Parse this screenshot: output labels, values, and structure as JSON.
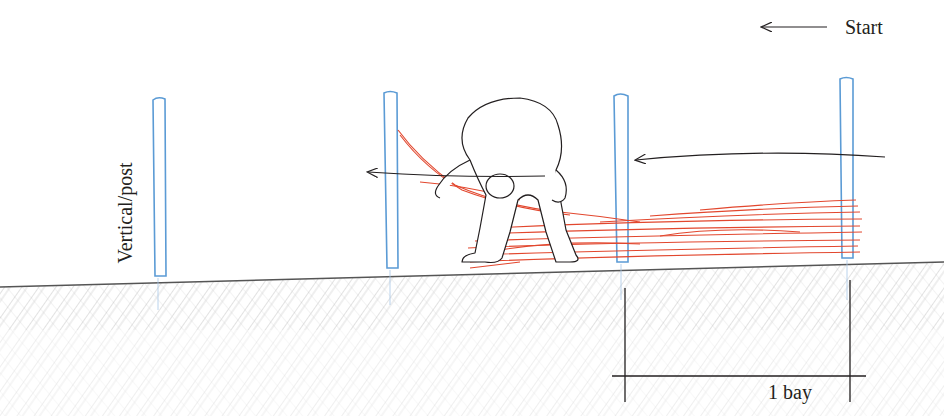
{
  "diagram": {
    "labels": [
      "Start",
      "Vertical/post",
      "1 bay"
    ]
  }
}
